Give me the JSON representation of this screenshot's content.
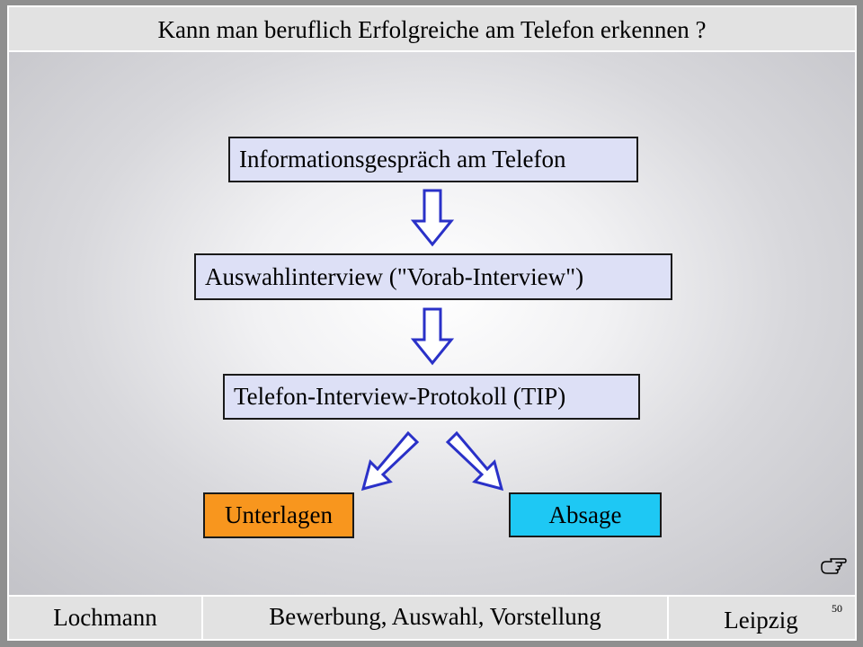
{
  "slide": {
    "title": "Kann man beruflich Erfolgreiche am Telefon erkennen ?",
    "page_number": "50"
  },
  "flow": {
    "step1": "Informationsgespräch am Telefon",
    "step2": "Auswahlinterview   (\"Vorab-Interview\")",
    "step3": "Telefon-Interview-Protokoll  (TIP)",
    "outcome_left": "Unterlagen",
    "outcome_right": "Absage"
  },
  "footer": {
    "left": "Lochmann",
    "middle": "Bewerbung, Auswahl, Vorstellung",
    "right": "Leipzig"
  },
  "icons": {
    "hand": "pointing-hand-icon"
  },
  "colors": {
    "box_fill": "#dde0f6",
    "unterlagen_fill": "#f8961e",
    "absage_fill": "#1ec8f4",
    "arrow_stroke": "#2a31c8"
  }
}
